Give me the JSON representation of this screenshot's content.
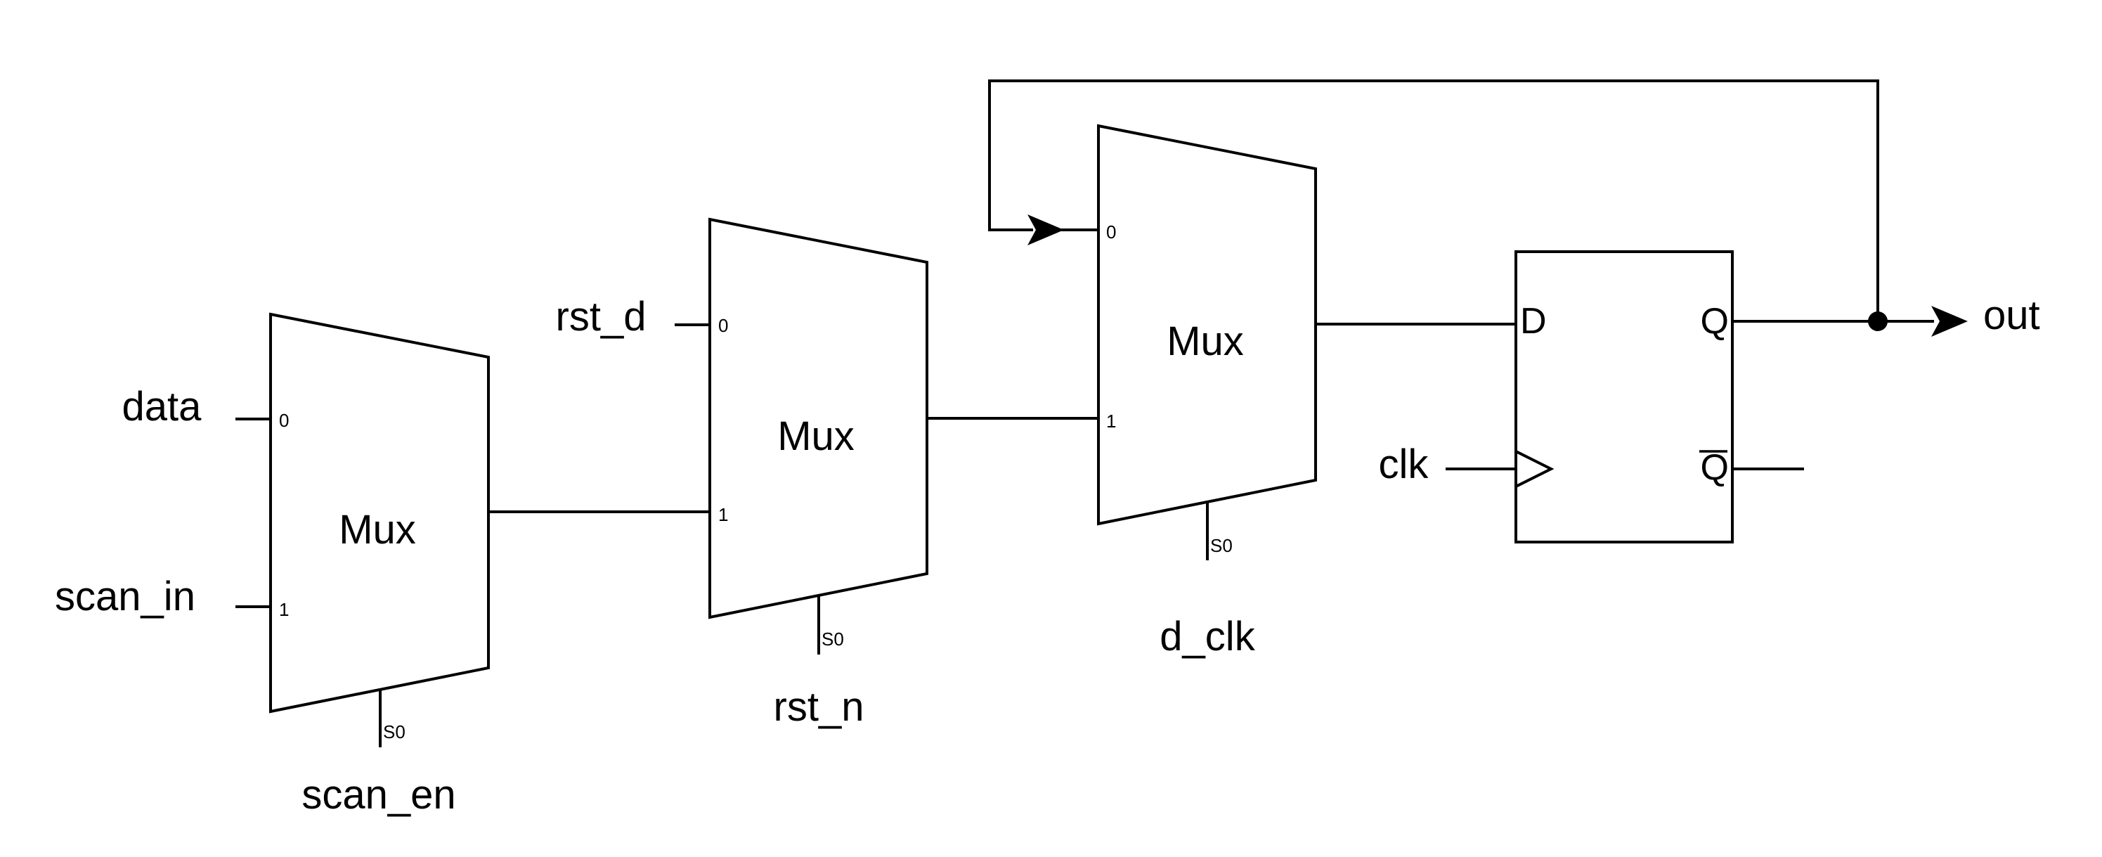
{
  "mux_title": "Mux",
  "mux_scan": {
    "title": "Mux",
    "in0": "0",
    "in1": "1",
    "sel": "S0",
    "in0_signal": "data",
    "in1_signal": "scan_in",
    "sel_signal": "scan_en"
  },
  "mux_rst": {
    "title": "Mux",
    "in0": "0",
    "in1": "1",
    "sel": "S0",
    "in0_signal": "rst_d",
    "sel_signal": "rst_n"
  },
  "mux_clk": {
    "title": "Mux",
    "in0": "0",
    "in1": "1",
    "sel": "S0",
    "sel_signal": "d_clk"
  },
  "flipflop": {
    "d": "D",
    "q": "Q",
    "qbar": "Q",
    "clk_signal": "clk"
  },
  "output_signal": "out"
}
